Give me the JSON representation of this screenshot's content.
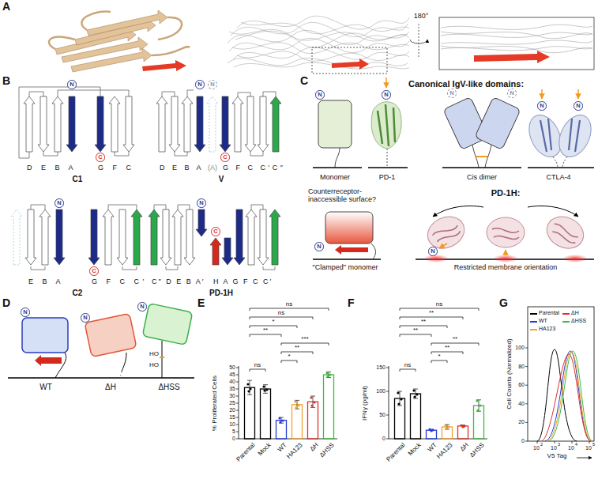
{
  "diagram": {
    "nodes": [
      {
        "text": [
          "N"
        ]
      },
      {
        "text": [
          "C"
        ]
      },
      {
        "text": [
          "N"
        ]
      },
      {
        "text": [
          "N"
        ]
      },
      {
        "text": [
          "C"
        ]
      },
      {
        "text": [
          "N"
        ]
      },
      {
        "text": [
          "C"
        ]
      },
      {
        "text": [
          "N"
        ]
      },
      {
        "text": [
          "C"
        ]
      },
      {
        "text": [
          "N"
        ]
      },
      {
        "text": [
          "N"
        ]
      },
      {
        "text": [
          "N"
        ]
      },
      {
        "text": [
          "N"
        ]
      },
      {
        "text": [
          "N"
        ]
      },
      {
        "text": [
          "N"
        ]
      },
      {
        "text": [
          "N"
        ]
      },
      {
        "text": [
          "N"
        ]
      },
      {
        "text": [
          "N"
        ]
      },
      {
        "text": [
          "N"
        ]
      },
      {
        "text": [
          "N"
        ]
      }
    ],
    "labels": [
      "A",
      "180°",
      "B",
      "D E B A",
      "G F C",
      "C1",
      "D E B A",
      "(A)",
      "G F C C′C″",
      "V",
      "E B A",
      "G F C C′",
      "C2",
      "C″ D E B A′",
      "H A G F C C′",
      "PD-1H",
      "C",
      "Canonical IgV-like domains:",
      "Monomer",
      "PD-1",
      "Cis dimer",
      "CTLA-4",
      "Counterreceptor-inaccessible surface?",
      "\"Clamped\" monomer",
      "PD-1H:",
      "Restricted membrane orientation",
      "D",
      "HO",
      "HO",
      "WT",
      "ΔH",
      "ΔHSS",
      "E",
      "% Proliferated Cells",
      "0",
      "5",
      "10",
      "15",
      "20",
      "25",
      "30",
      "35",
      "40",
      "45",
      "50",
      "Parental",
      "Mock",
      "WT",
      "HA123",
      "ΔH",
      "ΔHSS",
      "ns",
      "ns",
      "*",
      "**",
      "***",
      "**",
      "*",
      "ns",
      "F",
      "IFNγ (pg/ml)",
      "0",
      "50",
      "100",
      "150",
      "Parental",
      "Mock",
      "WT",
      "HA123",
      "ΔH",
      "ΔHSS",
      "ns",
      "**",
      "**",
      "**",
      "**",
      "**",
      "*",
      "ns",
      "G",
      "Cell Counts (Normalized)",
      "0",
      "20",
      "40",
      "60",
      "80",
      "100",
      "10",
      "2",
      "10",
      "3",
      "10",
      "4",
      "10",
      "5",
      "V5 Tag"
    ],
    "legend": [
      {
        "text": "Parental",
        "color": "#000000"
      },
      {
        "text": "WT",
        "color": "#2a3bd6"
      },
      {
        "text": "HA123",
        "color": "#f0a22e"
      },
      {
        "text": "ΔH",
        "color": "#e0302a"
      },
      {
        "text": "ΔHSS",
        "color": "#3bbf3b"
      }
    ]
  }
}
